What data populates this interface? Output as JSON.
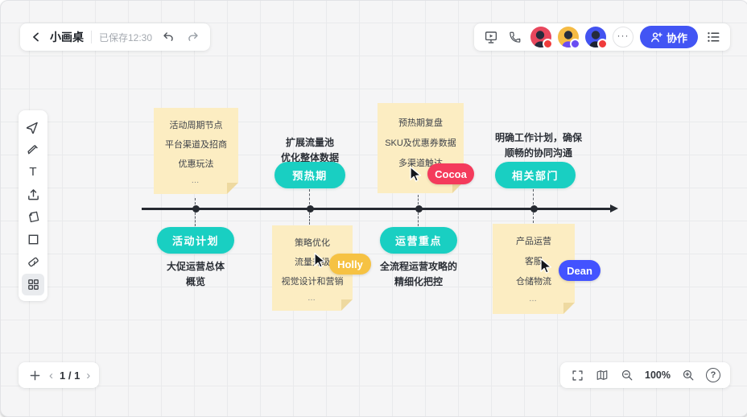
{
  "app": {
    "title": "小画桌",
    "save_status": "已保存12:30"
  },
  "header": {
    "more_label": "···",
    "collab_label": "协作",
    "avatars": [
      {
        "bg": "#e8475d",
        "dot": "#f03b3b"
      },
      {
        "bg": "#f5bb44",
        "dot": "#6a4df2"
      },
      {
        "bg": "#4353f0",
        "dot": "#f03b3b"
      }
    ]
  },
  "tools": {
    "text_glyph": "T"
  },
  "canvas": {
    "stickies": [
      {
        "lines": [
          "活动周期节点",
          "平台渠道及招商",
          "优惠玩法",
          "…"
        ]
      },
      {
        "lines": [
          "预热期复盘",
          "SKU及优惠券数据",
          "多渠道触达"
        ]
      },
      {
        "lines": [
          "策略优化",
          "流量升级",
          "视觉设计和营销",
          "…"
        ]
      },
      {
        "lines": [
          "产品运营",
          "客服",
          "仓储物流",
          "…"
        ]
      }
    ],
    "texts": [
      {
        "lines": [
          "扩展流量池",
          "优化整体数据"
        ]
      },
      {
        "lines": [
          "明确工作计划，确保",
          "顺畅的协同沟通"
        ]
      },
      {
        "lines": [
          "大促运营总体",
          "概览"
        ]
      },
      {
        "lines": [
          "全流程运营攻略的",
          "精细化把控"
        ]
      }
    ],
    "pills": [
      {
        "label": "预热期"
      },
      {
        "label": "相关部门"
      },
      {
        "label": "活动计划"
      },
      {
        "label": "运营重点"
      }
    ],
    "cursors": [
      {
        "user": "Cocoa",
        "color": "#f43b5c"
      },
      {
        "user": "Holly",
        "color": "#f6c243"
      },
      {
        "user": "Dean",
        "color": "#4353ff"
      }
    ]
  },
  "footer": {
    "page_indicator": "1 / 1",
    "zoom_level": "100%",
    "help_glyph": "?"
  },
  "colors": {
    "accent_teal": "#19cfc2",
    "sticky_yellow": "#fcedc2",
    "collab_blue": "#4255f4",
    "timeline": "#262a31",
    "grid_line": "#e9eaec",
    "canvas_bg": "#f5f5f6"
  }
}
